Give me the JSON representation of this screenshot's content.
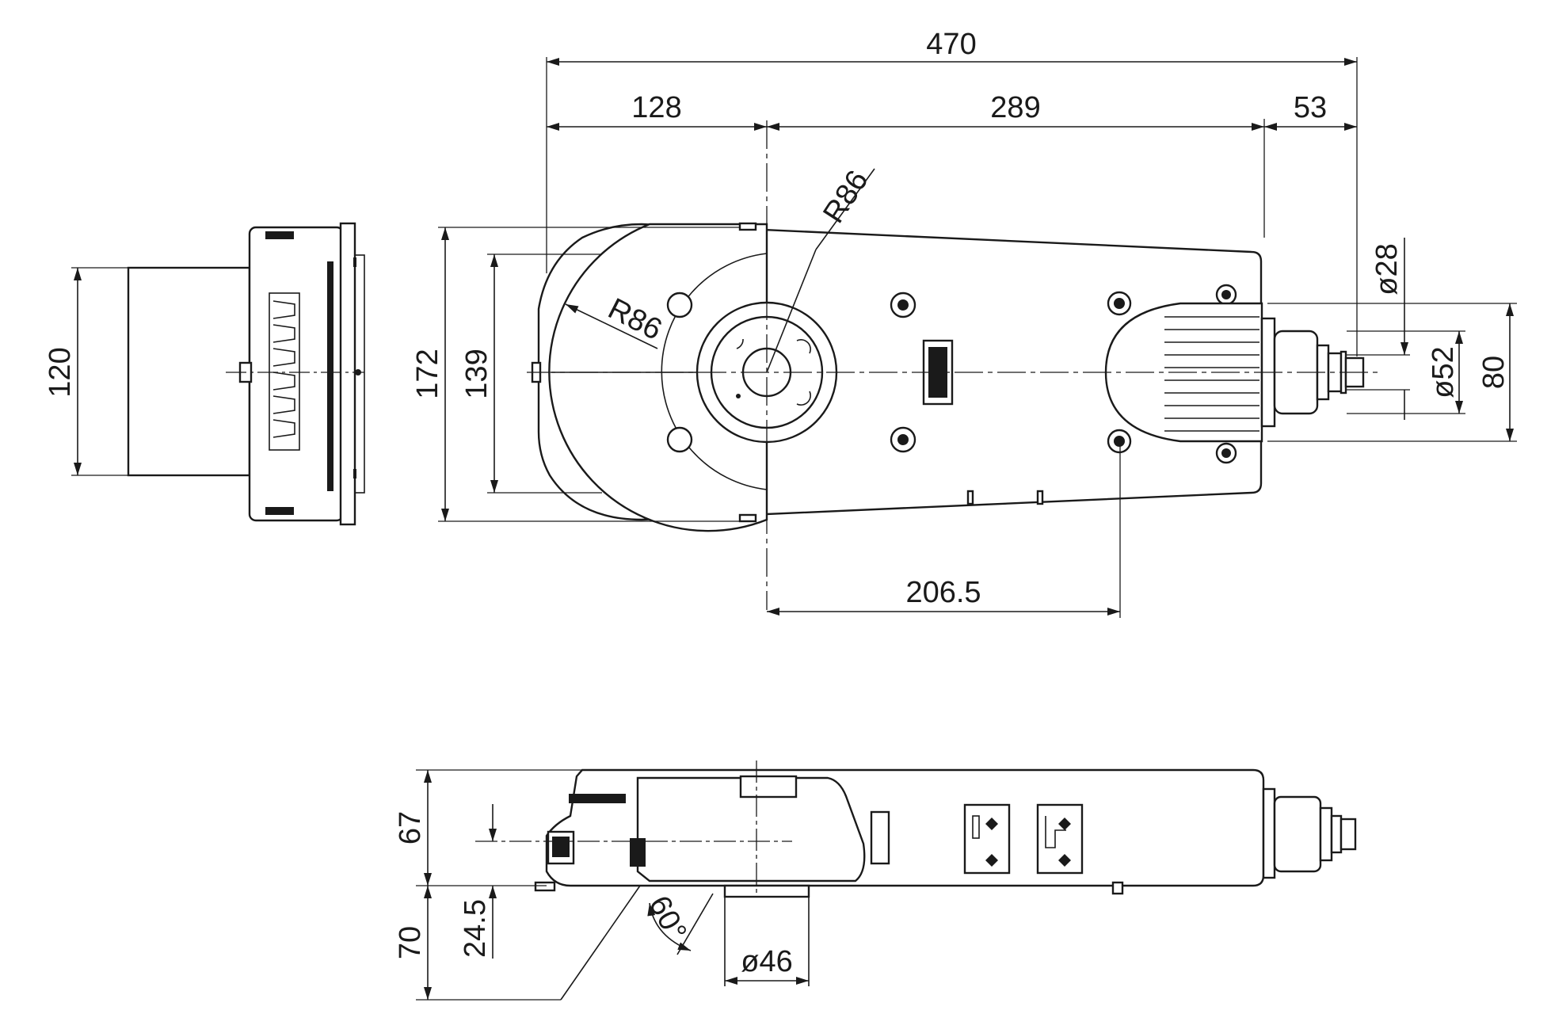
{
  "dimensions": {
    "overall_length": "470",
    "front_to_axis": "128",
    "axis_to_body_end": "289",
    "valve_projection": "53",
    "radius_top": "R86",
    "radius_left": "R86",
    "depth_outer": "172",
    "depth_inner": "139",
    "axis_to_fixing": "206.5",
    "end_view_width": "120",
    "valve_dia_small": "ø28",
    "valve_dia_mid": "ø52",
    "valve_flange": "80",
    "side_height": "67",
    "spindle_projection": "70",
    "spindle_offset": "24.5",
    "spindle_dia": "ø46",
    "swing_angle": "60°"
  },
  "colors": {
    "line": "#1a1a1a",
    "background": "#ffffff"
  }
}
